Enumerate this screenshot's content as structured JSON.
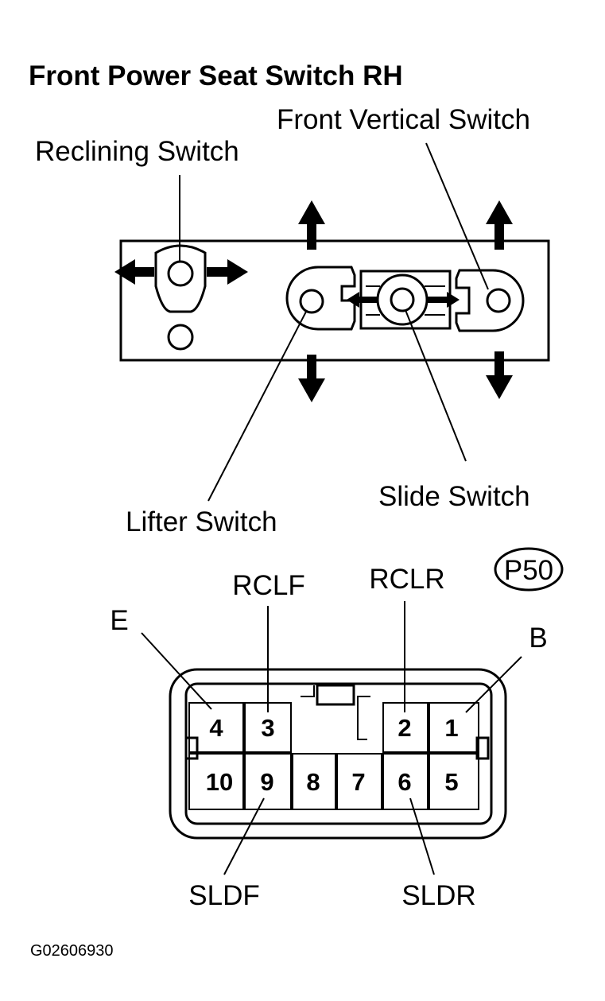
{
  "title": "Front Power Seat Switch RH",
  "labels": {
    "reclining": "Reclining Switch",
    "front_vertical": "Front Vertical Switch",
    "lifter": "Lifter Switch",
    "slide": "Slide Switch"
  },
  "connector": {
    "id": "P50",
    "signals": {
      "e": "E",
      "rclf": "RCLF",
      "rclr": "RCLR",
      "b": "B",
      "sldf": "SLDF",
      "sldr": "SLDR"
    },
    "pins_top": [
      "4",
      "3",
      "2",
      "1"
    ],
    "pins_bottom": [
      "10",
      "9",
      "8",
      "7",
      "6",
      "5"
    ]
  },
  "figure_code": "G02606930"
}
